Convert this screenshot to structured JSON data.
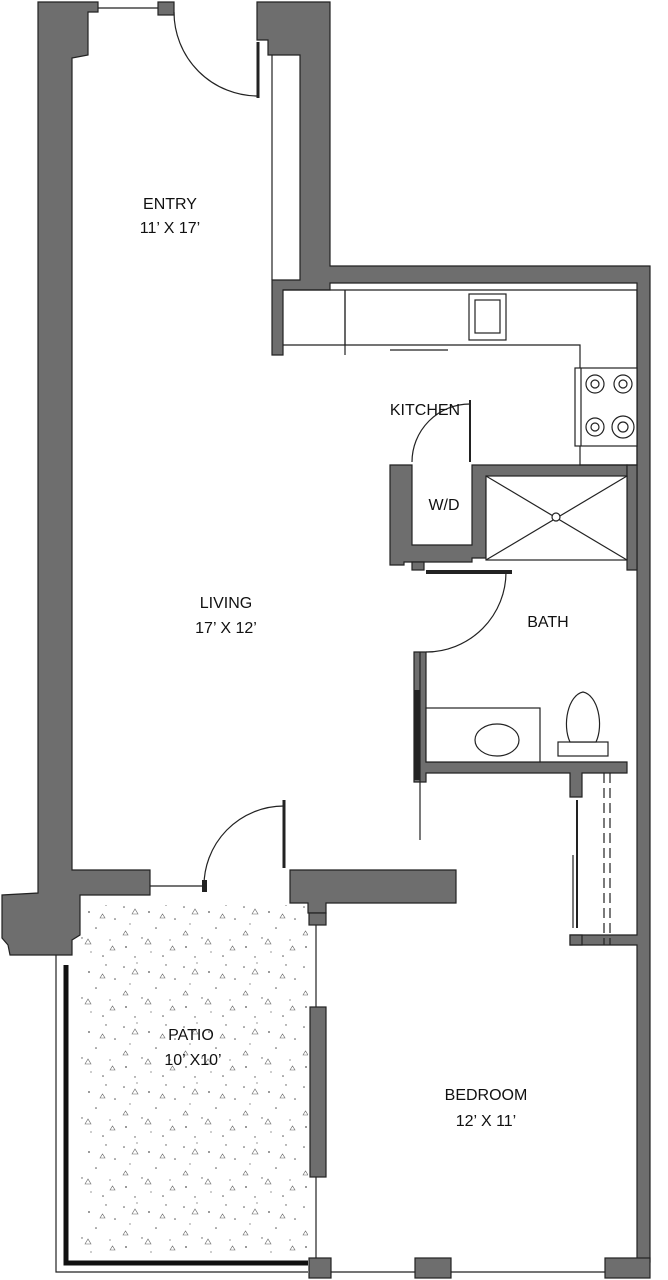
{
  "rooms": {
    "entry": {
      "name": "ENTRY",
      "size": "11’ X 17’"
    },
    "kitchen": {
      "name": "KITCHEN"
    },
    "wd": {
      "name": "W/D"
    },
    "living": {
      "name": "LIVING",
      "size": "17’ X 12’"
    },
    "bath": {
      "name": "BATH"
    },
    "patio": {
      "name": "PATIO",
      "size": "10’ X10’"
    },
    "bedroom": {
      "name": "BEDROOM",
      "size": "12’ X 11’"
    }
  },
  "colors": {
    "wall": "#6e6e6e",
    "outline": "#222222",
    "background": "#ffffff"
  }
}
